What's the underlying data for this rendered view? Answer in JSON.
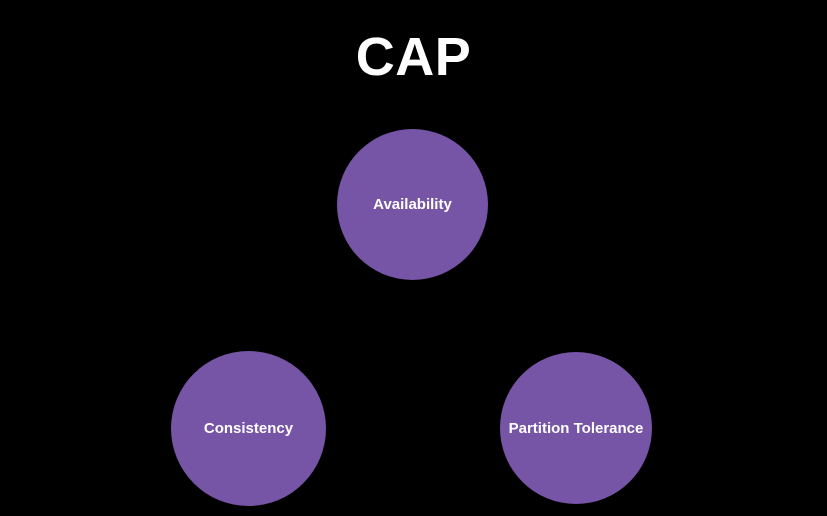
{
  "slide": {
    "title": "CAP",
    "background_color": "#000000",
    "node_color": "#7654A6",
    "text_color": "#FFFFFF",
    "nodes": [
      {
        "label": "Availability"
      },
      {
        "label": "Consistency"
      },
      {
        "label": "Partition Tolerance"
      }
    ]
  }
}
